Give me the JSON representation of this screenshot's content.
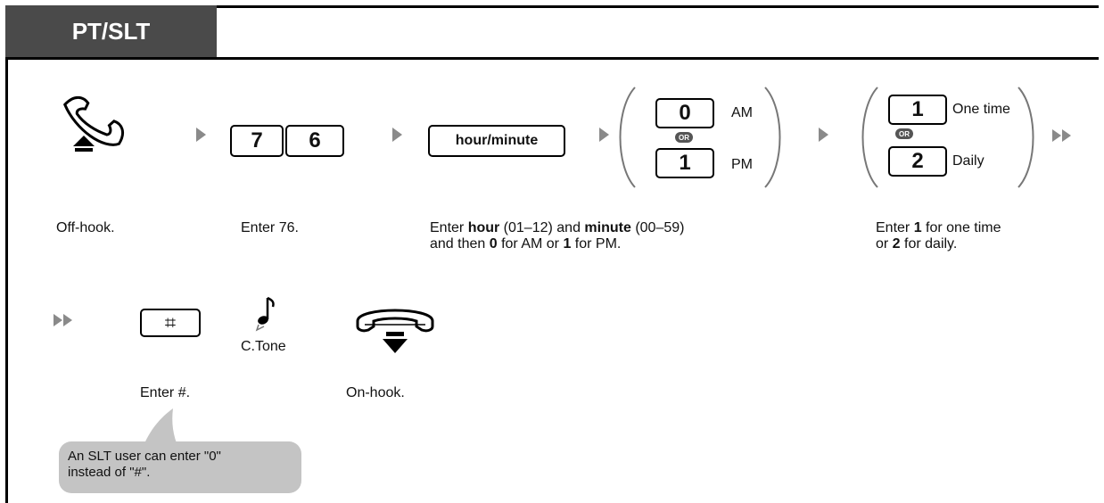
{
  "header": {
    "title": "PT/SLT"
  },
  "row1": {
    "digit_keys": [
      "7",
      "6"
    ],
    "hour_minute_key": "hour/minute",
    "ampm_options": [
      {
        "key": "0",
        "label": "AM"
      },
      {
        "key": "1",
        "label": "PM"
      }
    ],
    "frequency_options": [
      {
        "key": "1",
        "label": "One time"
      },
      {
        "key": "2",
        "label": "Daily"
      }
    ],
    "or_badge": "OR"
  },
  "captions": {
    "off_hook": "Off-hook.",
    "enter_76": "Enter 76.",
    "time": {
      "p1": "Enter ",
      "b1": "hour",
      "p2": " (01–12) and ",
      "b2": "minute",
      "p3": " (00–59)",
      "p4": "and then ",
      "b3": "0",
      "p5": " for AM or ",
      "b4": "1",
      "p6": " for PM."
    },
    "frequency": {
      "p1": "Enter ",
      "b1": "1",
      "p2": " for one time",
      "p3": "or ",
      "b2": "2",
      "p4": " for daily."
    },
    "enter_hash": "Enter #.",
    "on_hook": "On-hook."
  },
  "row2": {
    "hash_key": "⌗",
    "confirm_tone": "C.Tone"
  },
  "note": {
    "line1": "An SLT user can enter \"0\"",
    "line2": "instead of \"#\"."
  }
}
